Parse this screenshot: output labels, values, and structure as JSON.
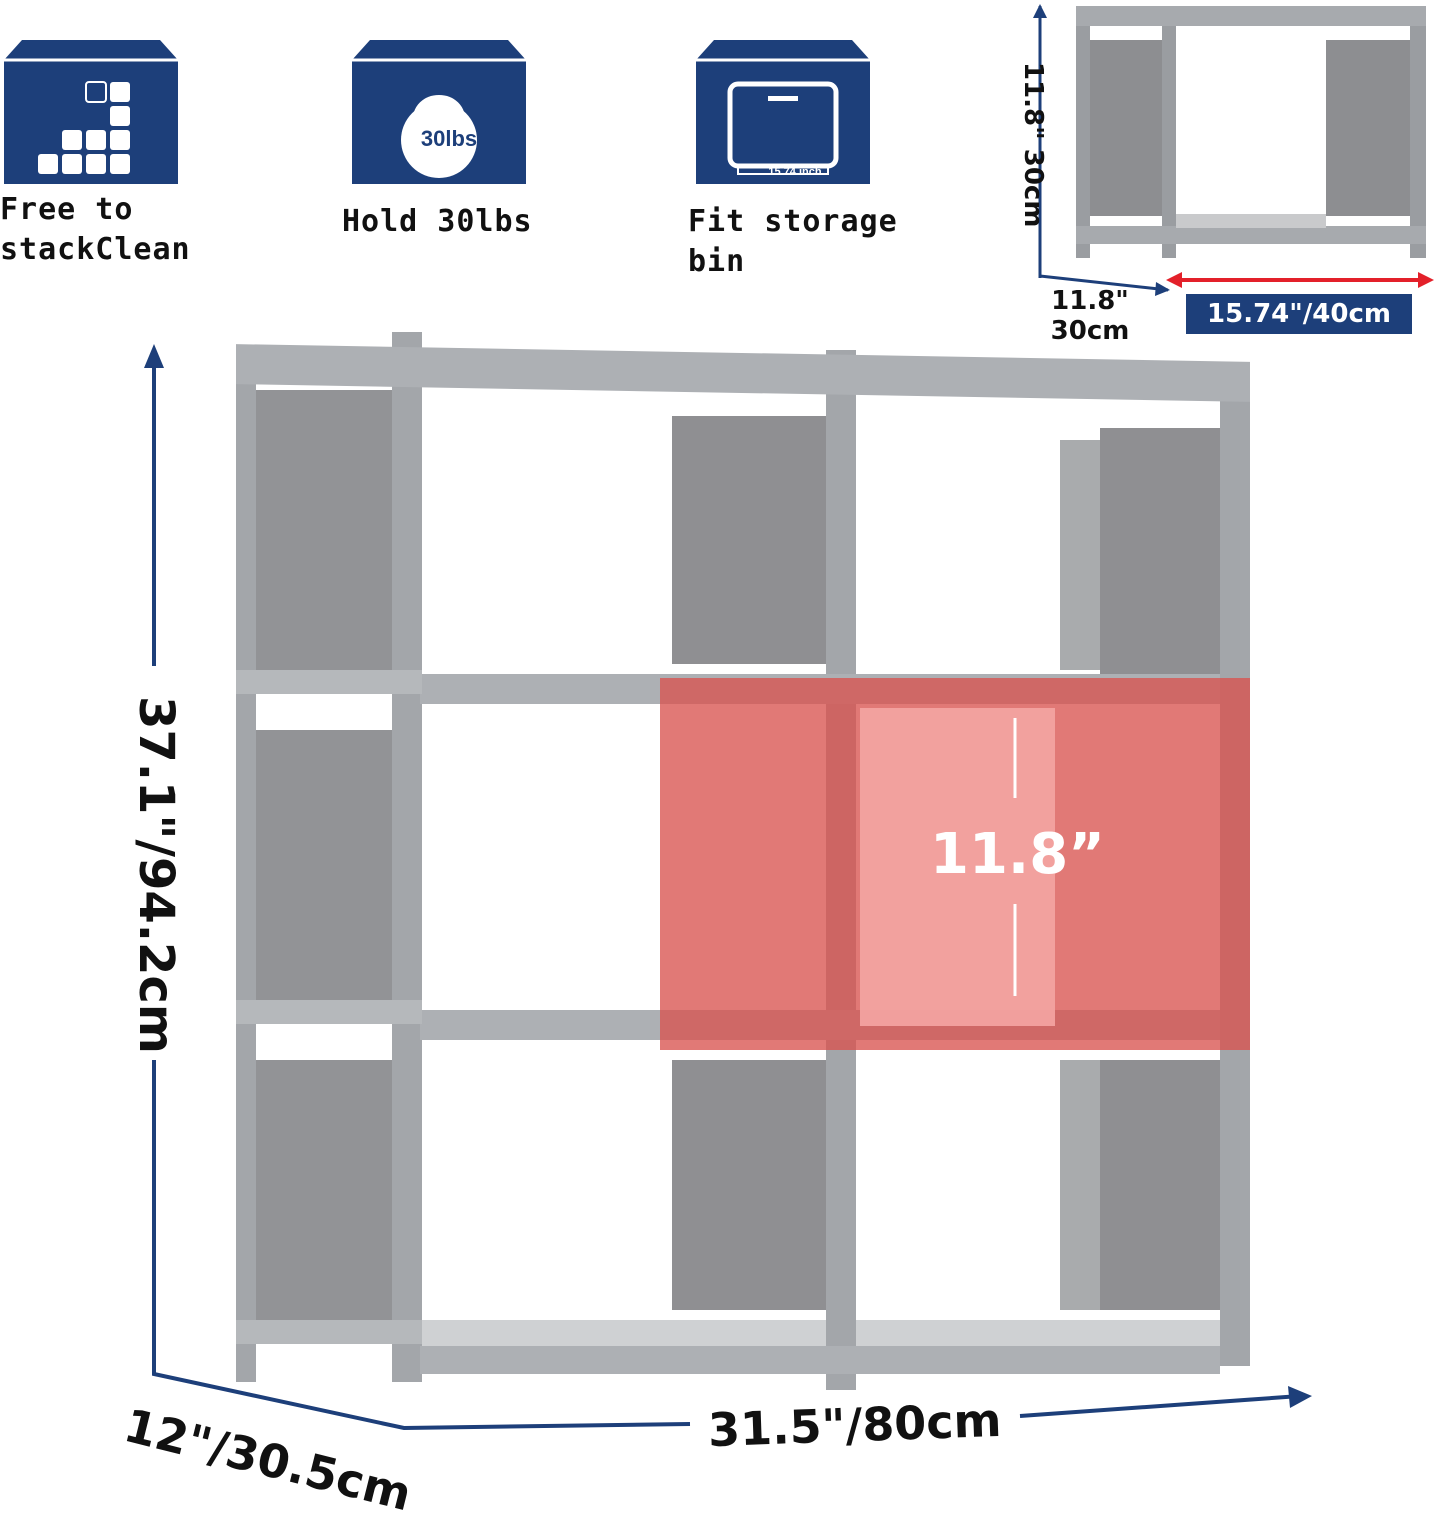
{
  "features": [
    {
      "icon": "stacking-cubes-icon",
      "label_line1": "Free to",
      "label_line2": "stackClean"
    },
    {
      "icon": "kettlebell-icon",
      "label_line1": "Hold 30lbs",
      "label_line2": "",
      "icon_text": "30lbs"
    },
    {
      "icon": "storage-bin-icon",
      "label_line1": "Fit storage",
      "label_line2": "bin",
      "icon_text": "15.74 inch"
    }
  ],
  "cube_dims": {
    "height": "11.8\" 30cm",
    "depth_line1": "11.8\"",
    "depth_line2": "30cm",
    "width": "15.74\"/40cm"
  },
  "shelf_dims": {
    "height": "37.1\"/94.2cm",
    "width": "31.5\"/80cm",
    "depth": "12\"/30.5cm",
    "inner_height": "11.8”"
  },
  "colors": {
    "icon_blue": "#1d3f7a",
    "highlight_red": "#c0504d",
    "frame_gray": "#8f9296",
    "panel_gray": "#9a9a9c",
    "arrow_red": "#e3202a"
  }
}
